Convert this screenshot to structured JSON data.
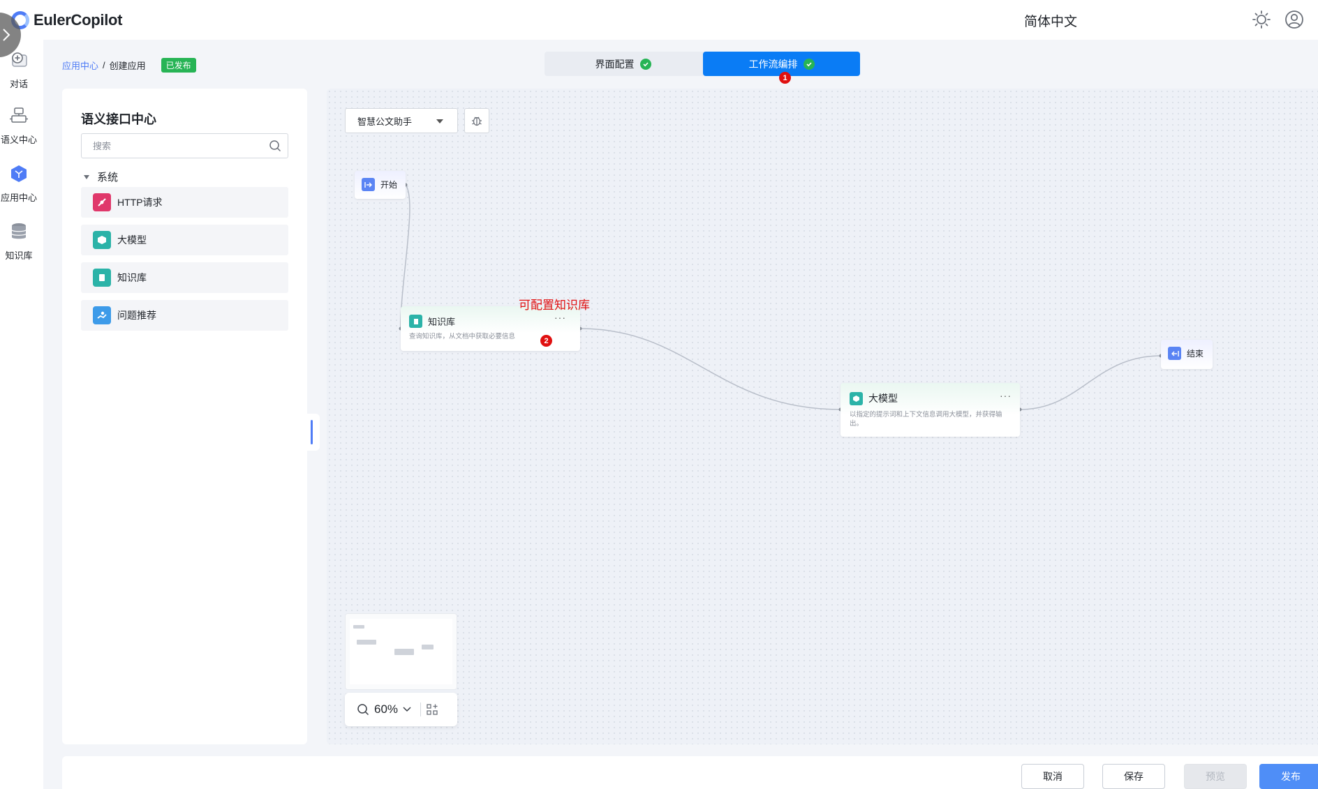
{
  "header": {
    "app_name": "EulerCopilot",
    "language": "简体中文",
    "icons": [
      "theme-sun-icon",
      "user-avatar-icon"
    ]
  },
  "leftnav": {
    "items": [
      {
        "label": "对话",
        "icon": "chat-add-icon"
      },
      {
        "label": "语义中心",
        "icon": "plugin-icon"
      },
      {
        "label": "应用中心",
        "icon": "app-cube-icon"
      },
      {
        "label": "知识库",
        "icon": "database-icon"
      }
    ]
  },
  "breadcrumb": {
    "parent": "应用中心",
    "separator": "/",
    "current": "创建应用",
    "status": "已发布"
  },
  "tabs": [
    {
      "label": "界面配置",
      "active": false
    },
    {
      "label": "工作流编排",
      "active": true
    }
  ],
  "side_panel": {
    "title": "语义接口中心",
    "search_placeholder": "搜索",
    "group_label": "系统",
    "items": [
      {
        "label": "HTTP请求",
        "icon": "http-request-icon",
        "color": "#e0386b"
      },
      {
        "label": "大模型",
        "icon": "llm-cube-icon",
        "color": "#2bb3a8"
      },
      {
        "label": "知识库",
        "icon": "knowledge-base-icon",
        "color": "#2bb3a8"
      },
      {
        "label": "问题推荐",
        "icon": "question-suggest-icon",
        "color": "#3d9be9"
      }
    ]
  },
  "canvas": {
    "workflow_name": "智慧公文助手",
    "nodes": {
      "start": {
        "title": "开始"
      },
      "knowledge": {
        "title": "知识库",
        "desc": "查询知识库，从文档中获取必要信息"
      },
      "llm": {
        "title": "大模型",
        "desc": "以指定的提示词和上下文信息调用大模型，并获得输出。"
      },
      "end": {
        "title": "结束"
      }
    },
    "zoom": "60%"
  },
  "annotations": {
    "text": "可配置知识库",
    "marker_1": "1",
    "marker_2": "2"
  },
  "footer": {
    "cancel": "取消",
    "save": "保存",
    "preview": "预览",
    "publish": "发布"
  },
  "colors": {
    "accent": "#4f7cf6",
    "tab_active": "#0a7cf5",
    "success": "#27b455",
    "marker": "#e01010"
  }
}
